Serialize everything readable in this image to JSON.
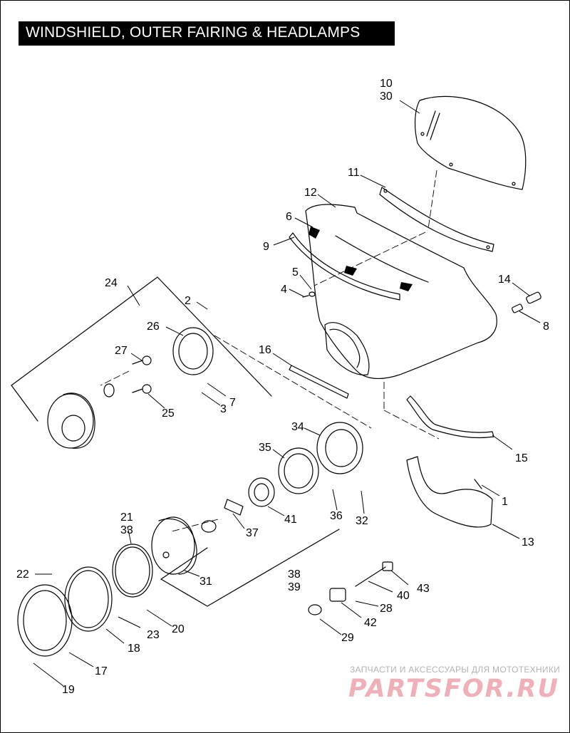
{
  "title": "WINDSHIELD, OUTER FAIRING & HEADLAMPS",
  "callouts": [
    "10",
    "30",
    "11",
    "12",
    "6",
    "9",
    "5",
    "4",
    "14",
    "8",
    "24",
    "2",
    "26",
    "27",
    "16",
    "7",
    "3",
    "25",
    "34",
    "35",
    "15",
    "1",
    "13",
    "36",
    "32",
    "41",
    "37",
    "21",
    "33",
    "31",
    "22",
    "38",
    "39",
    "43",
    "40",
    "28",
    "42",
    "23",
    "20",
    "18",
    "29",
    "17",
    "19"
  ],
  "watermark": {
    "tagline": "ЗАПЧАСТИ И АКСЕССУАРЫ ДЛЯ МОТОТЕХНИКИ",
    "brand": "PARTSFOR.RU"
  },
  "colors": {
    "line": "#000000",
    "title_bg": "#000000",
    "title_text": "#ffffff",
    "watermark_brand": "#f0b0b8",
    "watermark_tagline": "#b4b4b4"
  }
}
